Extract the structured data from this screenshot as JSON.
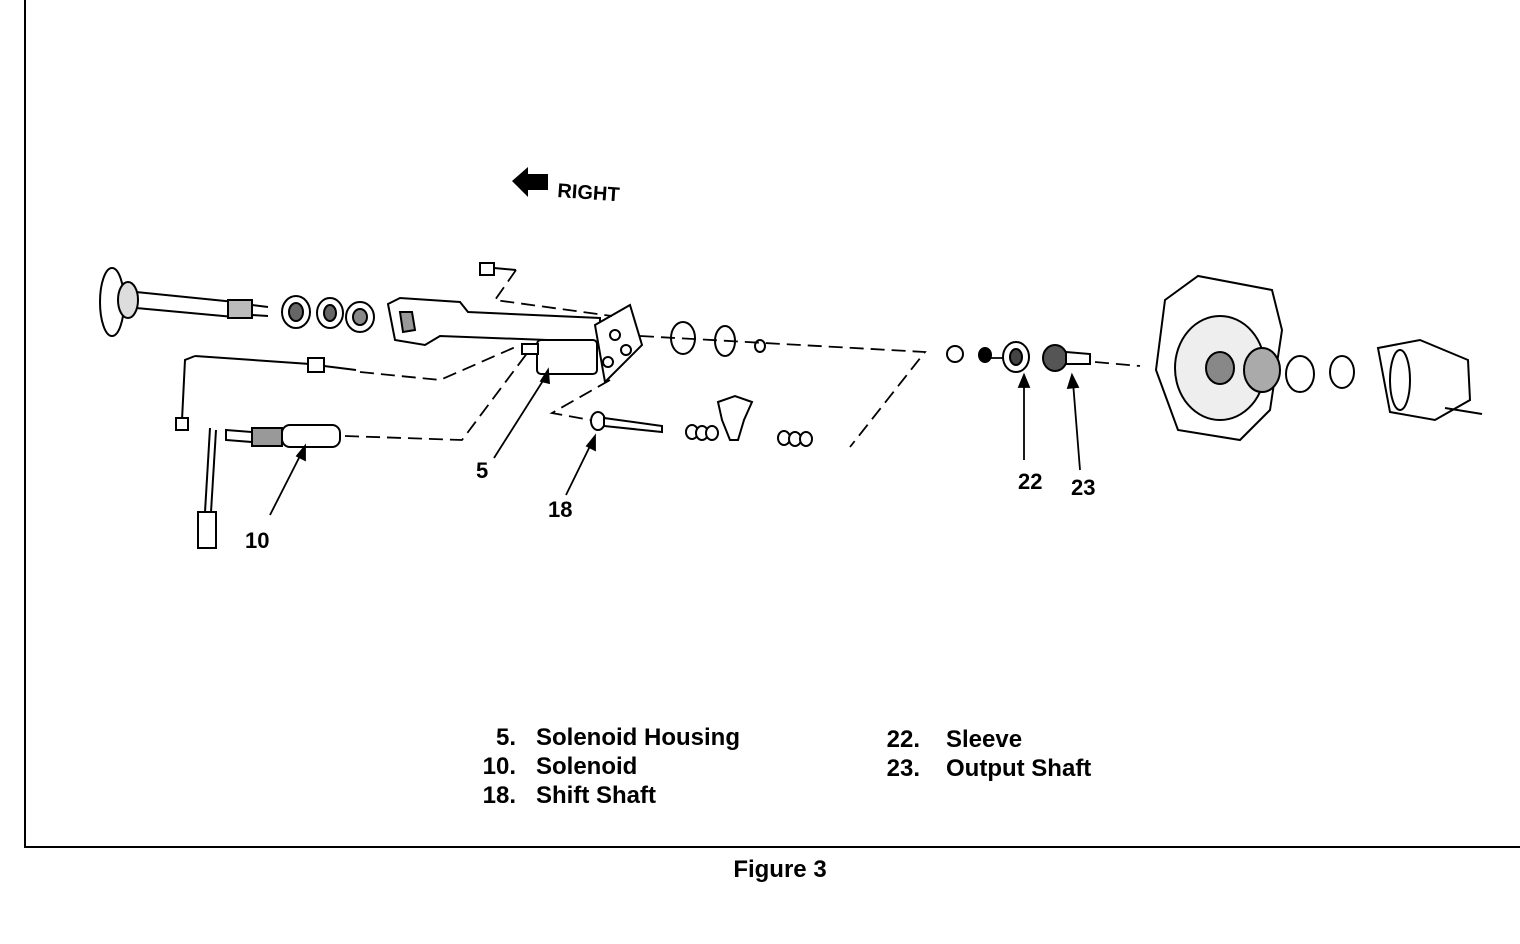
{
  "diagram": {
    "direction_label": "RIGHT",
    "callouts": [
      {
        "id": "5",
        "text": "5"
      },
      {
        "id": "10",
        "text": "10"
      },
      {
        "id": "18",
        "text": "18"
      },
      {
        "id": "22",
        "text": "22"
      },
      {
        "id": "23",
        "text": "23"
      }
    ]
  },
  "legend": {
    "left": [
      {
        "num": "5.",
        "label": "Solenoid Housing"
      },
      {
        "num": "10.",
        "label": "Solenoid"
      },
      {
        "num": "18.",
        "label": "Shift Shaft"
      }
    ],
    "right": [
      {
        "num": "22.",
        "label": "Sleeve"
      },
      {
        "num": "23.",
        "label": "Output Shaft"
      }
    ]
  },
  "caption": "Figure 3"
}
